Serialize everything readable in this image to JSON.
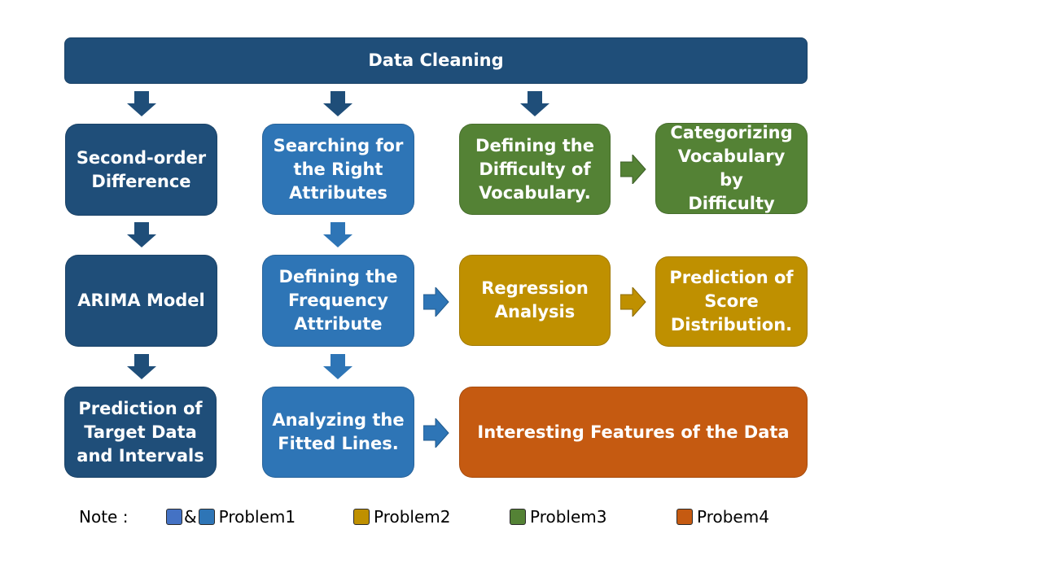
{
  "colors": {
    "dark_blue": "#1f4e79",
    "mid_blue": "#2e75b6",
    "light_blue": "#4472c4",
    "green": "#548235",
    "gold": "#bf9000",
    "orange": "#c55a11"
  },
  "nodes": {
    "data_cleaning": "Data Cleaning",
    "second_order_difference": "Second-order\nDifference",
    "arima_model": "ARIMA Model",
    "prediction_target_data": "Prediction of\nTarget Data\nand Intervals",
    "searching_right_attributes": "Searching for\nthe Right\nAttributes",
    "defining_frequency_attribute": "Defining the\nFrequency\nAttribute",
    "analyzing_fitted_lines": "Analyzing the\nFitted Lines.",
    "defining_difficulty_vocabulary": "Defining the\nDifficulty of\nVocabulary.",
    "categorizing_vocabulary": "Categorizing\nVocabulary by\nDifficulty",
    "regression_analysis": "Regression\nAnalysis",
    "prediction_score_distribution": "Prediction of\nScore\nDistribution.",
    "interesting_features": "Interesting Features of the Data"
  },
  "legend": {
    "note_label": "Note :",
    "ampersand": "&",
    "problem1": "Problem1",
    "problem2": "Problem2",
    "problem3": "Problem3",
    "problem4": "Probem4"
  }
}
